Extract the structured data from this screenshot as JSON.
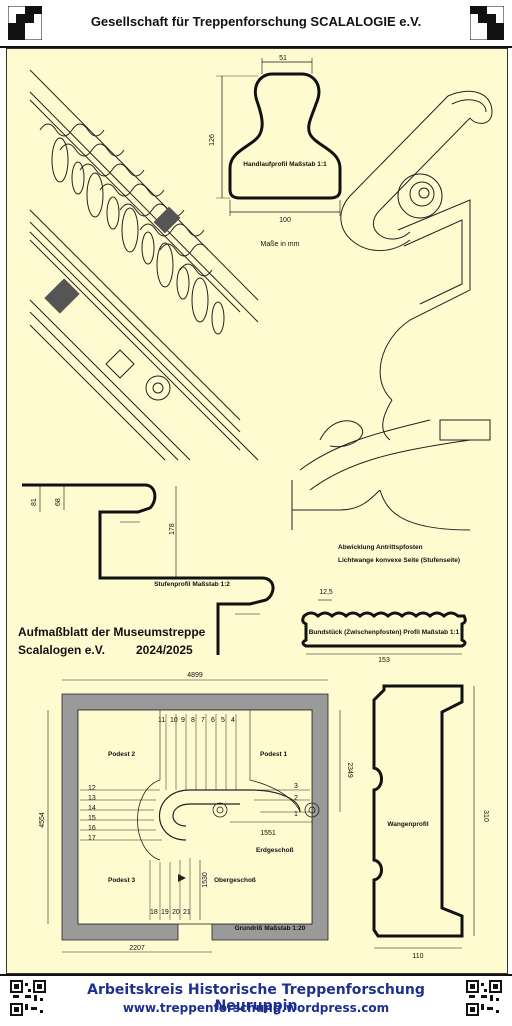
{
  "header": {
    "title": "Gesellschaft für Treppenforschung SCALALOGIE e.V."
  },
  "footer": {
    "line1": "Arbeitskreis Historische Treppenforschung Neuruppin",
    "line2": "www.treppenforschung.wordpress.com"
  },
  "handlauf": {
    "label": "Handlaufprofil Maßstab 1:1",
    "dim_top": "51",
    "dim_left": "126",
    "dim_bottom": "100",
    "units_note": "Maße in mm"
  },
  "pfosten": {
    "label_line1": "Abwicklung Antrittspfosten",
    "label_line2": "Lichtwange konvexe Seite (Stufenseite)"
  },
  "stufe": {
    "label": "Stufenprofil Maßstab 1:2",
    "dim_81": "81",
    "dim_68": "68",
    "dim_178": "178"
  },
  "title_block": {
    "line1": "Aufmaßblatt der Museumstreppe",
    "line2_left": "Scalalogen e.V.",
    "line2_right": "2024/2025"
  },
  "bundstueck": {
    "label": "Bundstück (Zwischenpfosten) Profil Maßstab 1:1",
    "dim_top": "12,5",
    "dim_bottom": "153"
  },
  "grundriss": {
    "label": "Grundriß Maßstab 1:20",
    "dim_top": "4899",
    "dim_left": "4554",
    "dim_right": "2349",
    "dim_center": "1551",
    "dim_obergeschoss": "1530",
    "dim_bottom": "2207",
    "podest1": "Podest 1",
    "podest2": "Podest 2",
    "podest3": "Podest 3",
    "erdgeschoss": "Erdgeschoß",
    "obergeschoss": "Obergeschoß",
    "top_numbers": [
      "11",
      "10",
      "9",
      "8",
      "7",
      "6",
      "5",
      "4"
    ],
    "left_numbers": [
      "12",
      "13",
      "14",
      "15",
      "16",
      "17"
    ],
    "right_numbers": [
      "3",
      "2",
      "1"
    ],
    "bottom_numbers": [
      "18",
      "19",
      "20",
      "21"
    ]
  },
  "wange": {
    "label": "Wangenprofil",
    "dim_right": "310",
    "dim_bottom": "110"
  }
}
